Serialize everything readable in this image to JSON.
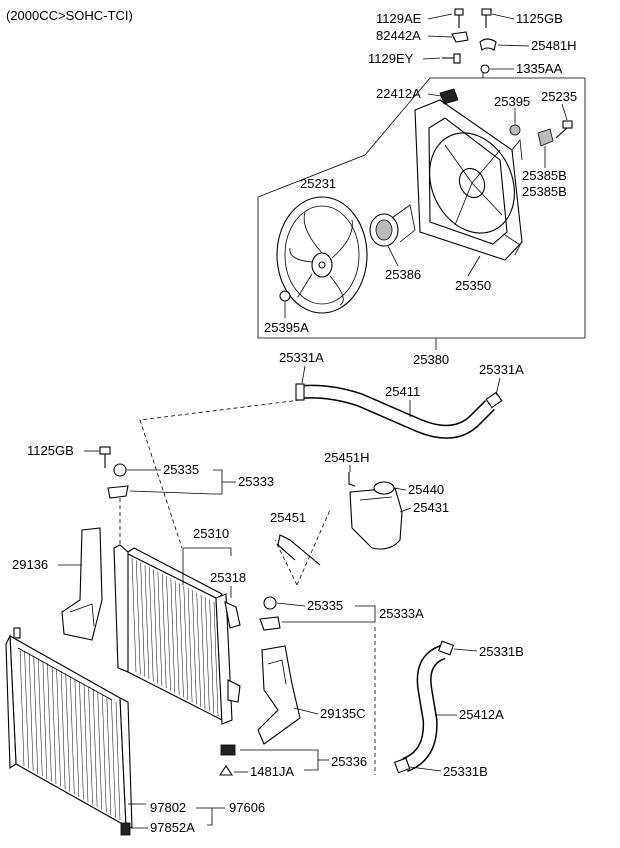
{
  "header": {
    "engine_spec": "(2000CC>SOHC-TCI)"
  },
  "labels": {
    "p1129AE": "1129AE",
    "p1125GB_top": "1125GB",
    "p82442A": "82442A",
    "p25481H": "25481H",
    "p1129EY": "1129EY",
    "p1335AA": "1335AA",
    "p22412A": "22412A",
    "p25395": "25395",
    "p25235": "25235",
    "p25385B_a": "25385B",
    "p25385B_b": "25385B",
    "p25231": "25231",
    "p25386": "25386",
    "p25350": "25350",
    "p25395A": "25395A",
    "p25380": "25380",
    "p25331A_left": "25331A",
    "p25331A_right": "25331A",
    "p25411": "25411",
    "p1125GB_left": "1125GB",
    "p25335_top": "25335",
    "p25333": "25333",
    "p25451H": "25451H",
    "p25440": "25440",
    "p25431": "25431",
    "p25451": "25451",
    "p25310": "25310",
    "p29136": "29136",
    "p25318": "25318",
    "p25335_mid": "25335",
    "p25333A": "25333A",
    "p25331B_top": "25331B",
    "p25412A": "25412A",
    "p29135C": "29135C",
    "p25336": "25336",
    "p1481JA": "1481JA",
    "p25331B_bottom": "25331B",
    "p97802": "97802",
    "p97606": "97606",
    "p97852A": "97852A"
  }
}
